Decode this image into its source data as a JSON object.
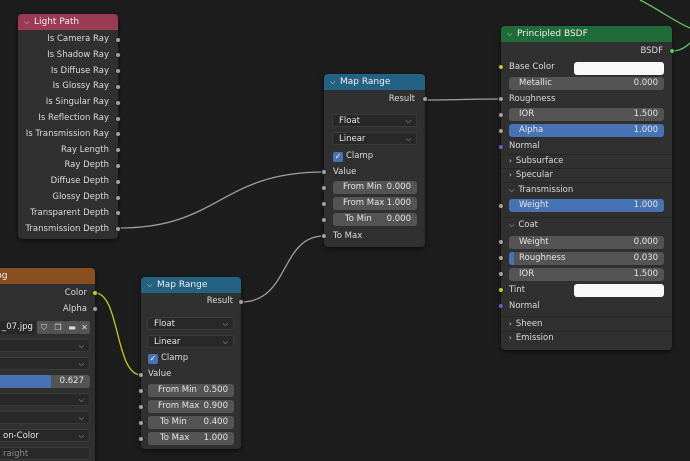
{
  "light_path": {
    "title": "Light Path",
    "header_color": "#9a3a55",
    "outputs": [
      "Is Camera Ray",
      "Is Shadow Ray",
      "Is Diffuse Ray",
      "Is Glossy Ray",
      "Is Singular Ray",
      "Is Reflection Ray",
      "Is Transmission Ray",
      "Ray Length",
      "Ray Depth",
      "Diffuse Depth",
      "Glossy Depth",
      "Transparent Depth",
      "Transmission Depth"
    ]
  },
  "map_range_top": {
    "title": "Map Range",
    "header_color": "#246283",
    "output": "Result",
    "data_type": "Float",
    "interpolation": "Linear",
    "clamp_label": "Clamp",
    "value_label": "Value",
    "from_min_label": "From Min",
    "from_min": "0.000",
    "from_max_label": "From Max",
    "from_max": "1.000",
    "to_min_label": "To Min",
    "to_min": "0.000",
    "to_max_label": "To Max"
  },
  "map_range_bottom": {
    "title": "Map Range",
    "header_color": "#246283",
    "output": "Result",
    "data_type": "Float",
    "interpolation": "Linear",
    "clamp_label": "Clamp",
    "value_label": "Value",
    "from_min_label": "From Min",
    "from_min": "0.500",
    "from_max_label": "From Max",
    "from_max": "0.900",
    "to_min_label": "To Min",
    "to_min": "0.400",
    "to_max_label": "To Max",
    "to_max": "1.000"
  },
  "image_node": {
    "title_partial": "pg",
    "header_color": "#8a4f1f",
    "color_label": "Color",
    "alpha_label": "Alpha",
    "filename_partial": "_07.jpg",
    "slider_value": "0.627",
    "colorspace_partial": "on-Color",
    "alpha_mode_partial": "raight"
  },
  "principled_bsdf": {
    "title": "Principled BSDF",
    "header_color": "#1f6b3a",
    "output": "BSDF",
    "base_color_label": "Base Color",
    "metallic_label": "Metallic",
    "metallic": "0.000",
    "roughness_label": "Roughness",
    "ior_label": "IOR",
    "ior": "1.500",
    "alpha_label": "Alpha",
    "alpha": "1.000",
    "normal_label": "Normal",
    "subsurface_label": "Subsurface",
    "specular_label": "Specular",
    "transmission_label": "Transmission",
    "transmission_weight_label": "Weight",
    "transmission_weight": "1.000",
    "coat_label": "Coat",
    "coat_weight_label": "Weight",
    "coat_weight": "0.000",
    "coat_roughness_label": "Roughness",
    "coat_roughness": "0.030",
    "coat_ior_label": "IOR",
    "coat_ior": "1.500",
    "tint_label": "Tint",
    "coat_normal_label": "Normal",
    "sheen_label": "Sheen",
    "emission_label": "Emission"
  }
}
